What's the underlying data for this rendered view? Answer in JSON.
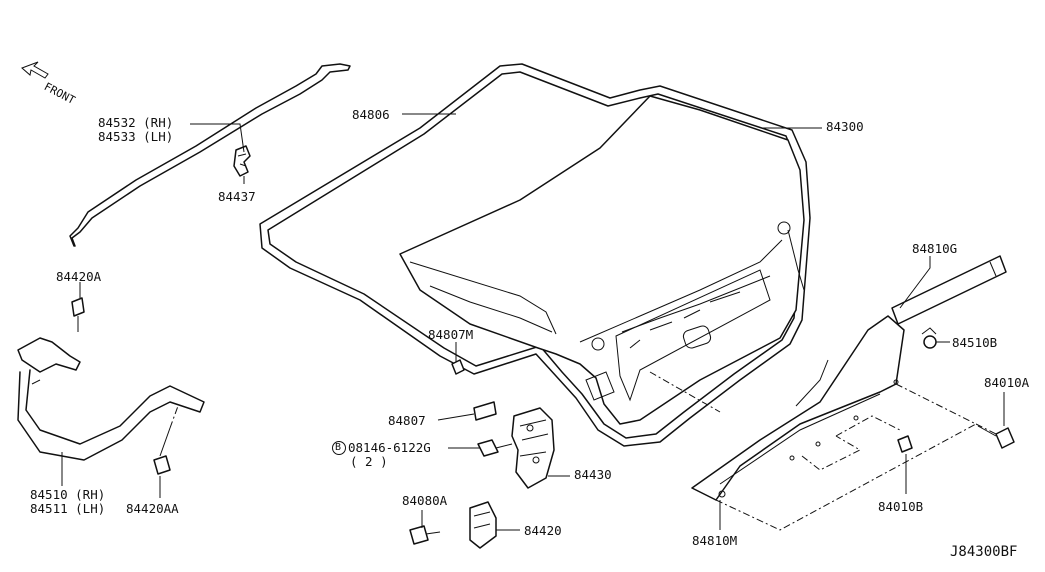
{
  "labels": {
    "front": "FRONT",
    "p84532": "84532 (RH)",
    "p84533": "84533 (LH)",
    "p84437": "84437",
    "p84806": "84806",
    "p84300": "84300",
    "p84420A": "84420A",
    "p84807M": "84807M",
    "p84810G": "84810G",
    "p84510B": "84510B",
    "p84010A": "84010A",
    "p84807": "84807",
    "p08146_6122G": "08146-6122G",
    "p08146_qty": "( 2 )",
    "bolt_badge": "B",
    "p84430": "84430",
    "p84510": "84510 (RH)",
    "p84511": "84511 (LH)",
    "p84420AA": "84420AA",
    "p84080A": "84080A",
    "p84420": "84420",
    "p84010B": "84010B",
    "p84810M": "84810M",
    "diagram_code": "J84300BF"
  }
}
